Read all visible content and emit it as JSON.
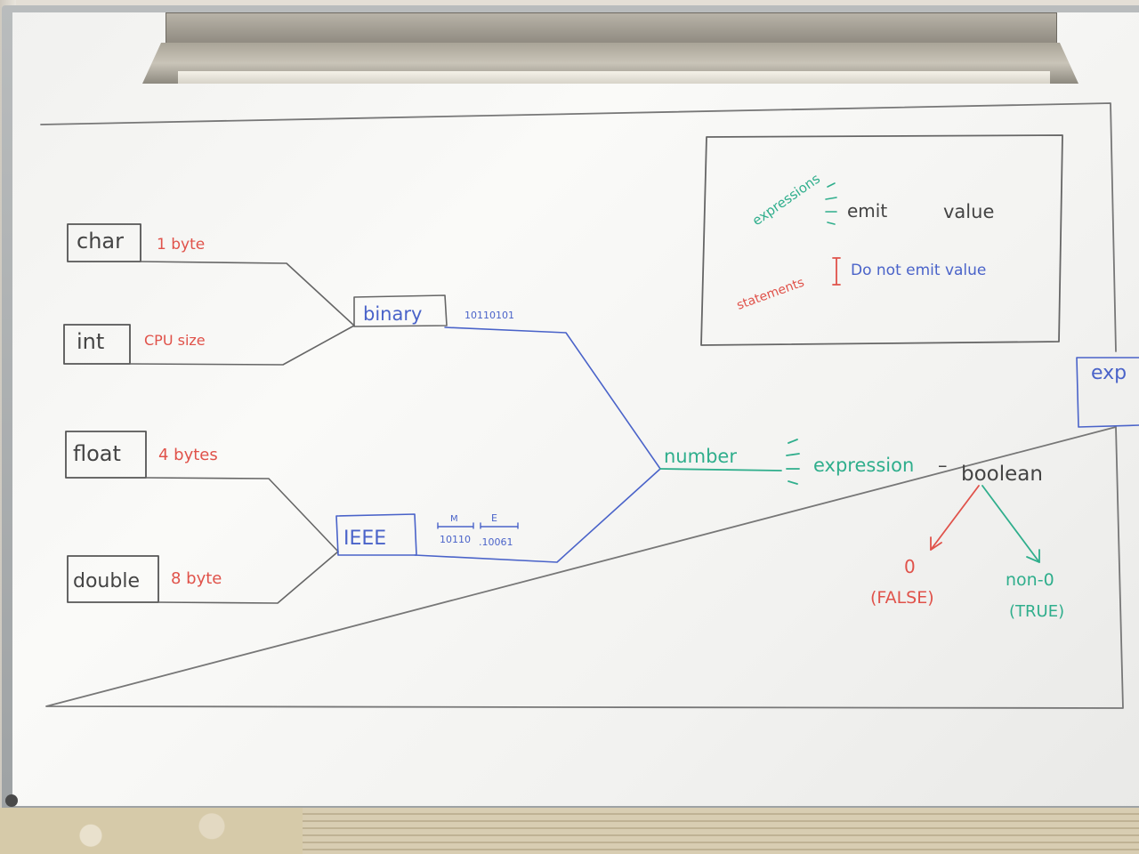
{
  "left_diagram": {
    "types": [
      {
        "name": "char",
        "size": "1 byte"
      },
      {
        "name": "int",
        "size": "CPU size"
      },
      {
        "name": "float",
        "size": "4 bytes"
      },
      {
        "name": "double",
        "size": "8 byte"
      }
    ],
    "binary": {
      "label": "binary",
      "example": "10110101"
    },
    "ieee": {
      "label": "IEEE",
      "mantissa_label": "M",
      "exponent_label": "E",
      "mantissa_bits": "10110",
      "exponent_bits": ".10061"
    },
    "number": "number",
    "expression": "expression",
    "dash": "–",
    "boolean": "boolean",
    "false_value": "0",
    "false_label": "(FALSE)",
    "true_value": "non-0",
    "true_label": "(TRUE)"
  },
  "legend_box": {
    "expressions": "expressions",
    "emit": "emit",
    "value": "value",
    "statements": "statements",
    "do_not_emit": "Do not emit value"
  },
  "cut_off_box": {
    "text": "exp"
  },
  "colors": {
    "black_marker": "#3a3a3a",
    "red_marker": "#e0524a",
    "green_marker": "#2fae8c",
    "blue_marker": "#4a63c9",
    "frame_line": "#777777"
  }
}
